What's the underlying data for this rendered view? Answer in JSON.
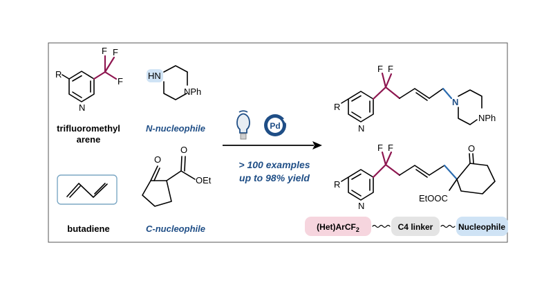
{
  "reactants": {
    "arene": {
      "substituent_r": "R",
      "n_atom": "N",
      "f1": "F",
      "f2": "F",
      "f3": "F",
      "label_line1": "trifluoromethyl",
      "label_line2": "arene"
    },
    "n_nucleophile": {
      "nh": "HN",
      "nph": "NPh",
      "label": "N-nucleophile"
    },
    "diene": {
      "label": "butadiene"
    },
    "c_nucleophile": {
      "o_ketone": "O",
      "o_ester": "O",
      "oet": "OEt",
      "label": "C-nucleophile"
    }
  },
  "conditions": {
    "pd": "Pd",
    "line1": "> 100 examples",
    "line2": "up to 98% yield"
  },
  "products": {
    "top": {
      "r": "R",
      "n_ring": "N",
      "f1": "F",
      "f2": "F",
      "n_link": "N",
      "nph": "NPh"
    },
    "bottom": {
      "r": "R",
      "n_ring": "N",
      "f1": "F",
      "f2": "F",
      "o": "O",
      "ester": "EtOOC"
    }
  },
  "legend": {
    "aryl_prefix": "(Het)ArCF",
    "aryl_sub": "2",
    "linker": "C4 linker",
    "nucleophile": "Nucleophile"
  },
  "colors": {
    "aryl": "#f6d5de",
    "linker": "#e4e4e4",
    "nucleophile": "#cfe3f5",
    "highlight_red": "#8e1650",
    "highlight_blue": "#2b6cb0"
  }
}
